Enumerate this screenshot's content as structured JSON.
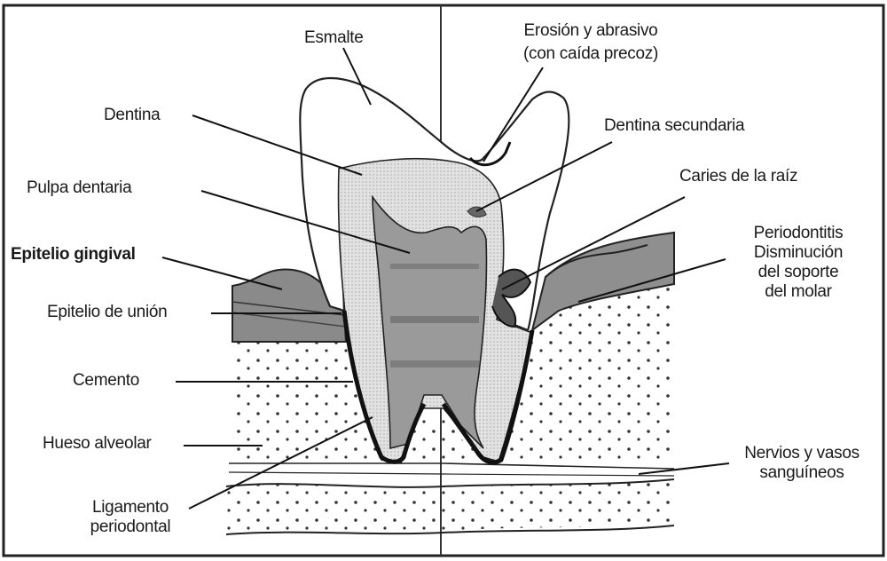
{
  "diagram": {
    "labels": {
      "esmalte": "Esmalte",
      "erosion_line1": "Erosión y abrasivo",
      "erosion_line2": "(con caída precoz)",
      "dentina": "Dentina",
      "dentina_secundaria": "Dentina secundaria",
      "pulpa": "Pulpa dentaria",
      "caries_raiz": "Caries de la raíz",
      "epitelio_gingival": "Epitelio gingival",
      "periodontitis_line1": "Periodontitis",
      "periodontitis_line2": "Disminución",
      "periodontitis_line3": "del soporte",
      "periodontitis_line4": "del molar",
      "epitelio_union": "Epitelio de unión",
      "cemento": "Cemento",
      "hueso_alveolar": "Hueso alveolar",
      "nervios_line1": "Nervios y vasos",
      "nervios_line2": "sanguíneos",
      "ligamento_line1": "Ligamento",
      "ligamento_line2": "periodontal"
    }
  }
}
